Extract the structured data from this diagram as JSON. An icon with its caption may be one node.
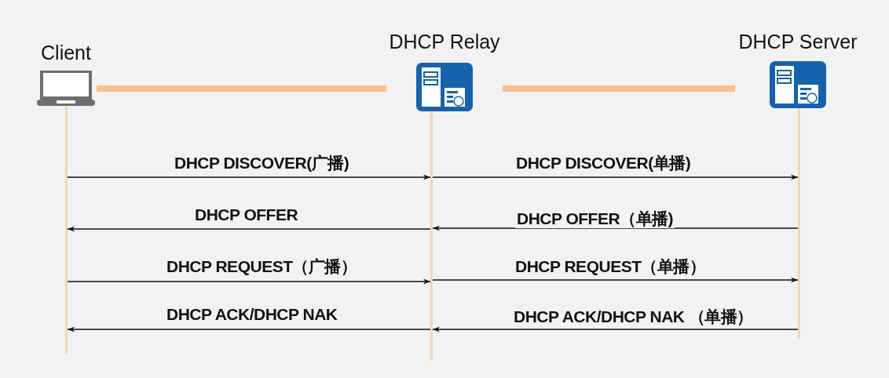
{
  "diagram": {
    "nodes": [
      {
        "text": [
          "Client"
        ]
      },
      {
        "text": [
          "DHCP Relay"
        ]
      },
      {
        "text": [
          "DHCP Server"
        ]
      },
      {
        "text": [],
        "shape": "bar"
      },
      {
        "text": [],
        "shape": "bar"
      },
      {
        "text": [],
        "shape": "bar"
      }
    ],
    "edges": [
      {
        "from": 0,
        "to": 1,
        "arrow": "none",
        "style": "thick",
        "color": "#fac090"
      },
      {
        "from": 1,
        "to": 2,
        "arrow": "none",
        "style": "thick",
        "color": "#fac090"
      },
      {
        "from": 3,
        "to": 4,
        "arrow": "to",
        "label": "DHCP DISCOVER(广播)"
      },
      {
        "from": 4,
        "to": 5,
        "arrow": "to",
        "label": "DHCP DISCOVER(单播)"
      },
      {
        "from": 4,
        "to": 3,
        "arrow": "to",
        "label": "DHCP OFFER"
      },
      {
        "from": 5,
        "to": 4,
        "arrow": "to",
        "label": "DHCP OFFER（单播)"
      },
      {
        "from": 3,
        "to": 4,
        "arrow": "to",
        "label": "DHCP REQUEST（广播）"
      },
      {
        "from": 4,
        "to": 5,
        "arrow": "to",
        "label": "DHCP REQUEST（单播）"
      },
      {
        "from": 4,
        "to": 3,
        "arrow": "to",
        "label": "DHCP ACK/DHCP NAK"
      },
      {
        "from": 5,
        "to": 4,
        "arrow": "to",
        "label": "DHCP ACK/DHCP NAK （单播）"
      }
    ]
  }
}
